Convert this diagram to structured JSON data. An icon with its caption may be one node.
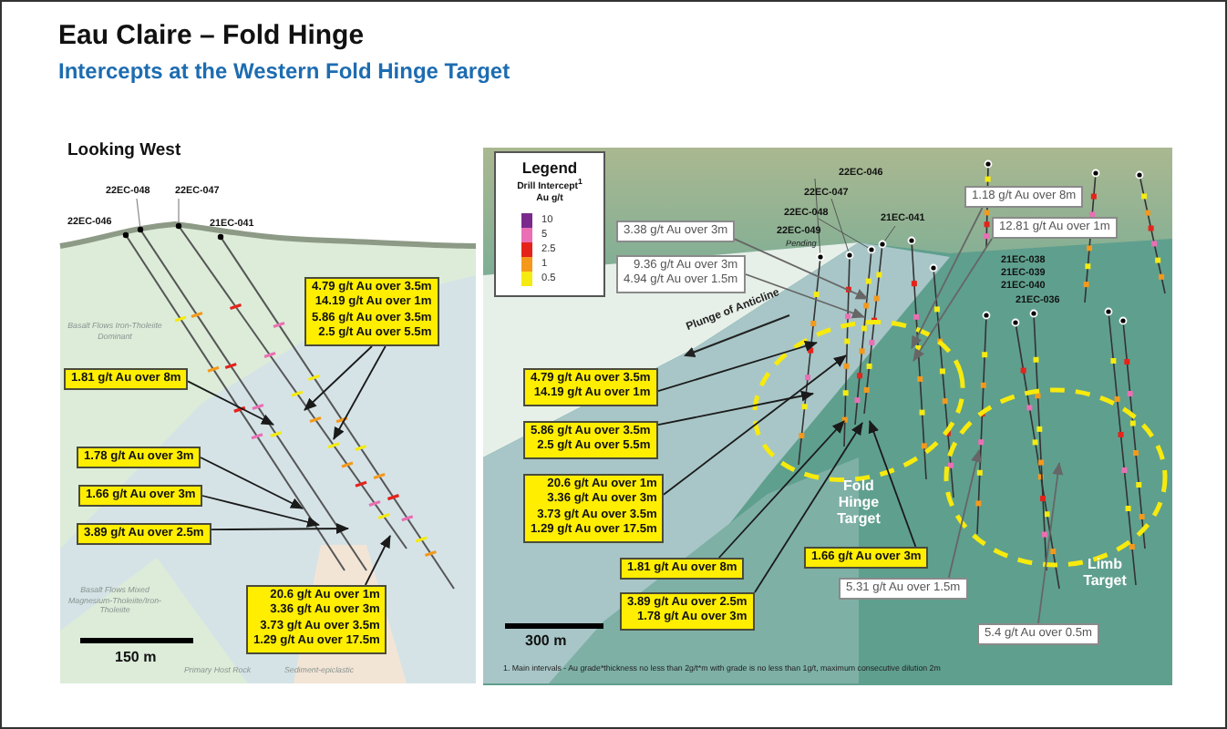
{
  "diagram": {
    "title": "Eau Claire – Fold Hinge",
    "nodes": [
      {
        "text": [
          "4.79 g/t Au over 3.5m",
          "14.19 g/t Au over 1m",
          "5.86 g/t Au over 3.5m",
          "2.5 g/t Au over 5.5m"
        ]
      },
      {
        "text": [
          "1.81 g/t Au over 8m"
        ]
      },
      {
        "text": [
          "1.78 g/t Au over 3m"
        ]
      },
      {
        "text": [
          "1.66 g/t Au over 3m"
        ]
      },
      {
        "text": [
          "3.89 g/t Au over 2.5m"
        ]
      },
      {
        "text": [
          "20.6 g/t Au over 1m",
          "3.36 g/t Au over 3m",
          "3.73 g/t Au over 3.5m",
          "1.29 g/t Au over 17.5m"
        ]
      },
      {
        "text": [
          "3.38 g/t Au over 3m"
        ]
      },
      {
        "text": [
          "9.36 g/t Au over 3m",
          "4.94 g/t Au over 1.5m"
        ]
      },
      {
        "text": [
          "1.18 g/t Au over 8m"
        ]
      },
      {
        "text": [
          "12.81 g/t Au over 1m"
        ]
      },
      {
        "text": [
          "4.79 g/t Au over 3.5m",
          "14.19 g/t Au over 1m"
        ]
      },
      {
        "text": [
          "5.86 g/t Au over 3.5m",
          "2.5 g/t Au over 5.5m"
        ]
      },
      {
        "text": [
          "20.6 g/t Au over 1m",
          "3.36 g/t Au over 3m",
          "3.73 g/t Au over 3.5m",
          "1.29 g/t Au over 17.5m"
        ]
      },
      {
        "text": [
          "1.81 g/t Au over 8m"
        ]
      },
      {
        "text": [
          "3.89 g/t Au over 2.5m",
          "1.78 g/t Au over 3m"
        ]
      },
      {
        "text": [
          "1.66 g/t Au over 3m"
        ]
      },
      {
        "text": [
          "5.31 g/t Au over 1.5m"
        ]
      },
      {
        "text": [
          "5.4 g/t Au over 0.5m"
        ]
      }
    ],
    "edges": [
      {
        "from": 0,
        "to": null,
        "arrow": "to"
      },
      {
        "from": 0,
        "to": null,
        "arrow": "to"
      },
      {
        "from": 1,
        "to": null,
        "arrow": "to"
      },
      {
        "from": 2,
        "to": null,
        "arrow": "to"
      },
      {
        "from": 3,
        "to": null,
        "arrow": "to"
      },
      {
        "from": 4,
        "to": null,
        "arrow": "to"
      },
      {
        "from": 5,
        "to": null,
        "arrow": "to"
      },
      {
        "from": 6,
        "to": null,
        "arrow": "to",
        "color": "#666666"
      },
      {
        "from": 7,
        "to": null,
        "arrow": "to",
        "color": "#666666"
      },
      {
        "from": 8,
        "to": null,
        "arrow": "to",
        "color": "#666666"
      },
      {
        "from": 9,
        "to": null,
        "arrow": "to",
        "color": "#666666"
      },
      {
        "from": 10,
        "to": null,
        "arrow": "to"
      },
      {
        "from": 11,
        "to": null,
        "arrow": "to"
      },
      {
        "from": 12,
        "to": null,
        "arrow": "to"
      },
      {
        "from": 13,
        "to": null,
        "arrow": "to"
      },
      {
        "from": 14,
        "to": null,
        "arrow": "to"
      },
      {
        "from": 15,
        "to": null,
        "arrow": "to"
      },
      {
        "from": 16,
        "to": null,
        "arrow": "to",
        "color": "#666666"
      },
      {
        "from": 17,
        "to": null,
        "arrow": "to",
        "color": "#666666"
      }
    ],
    "labels": [
      "Intercepts at the Western Fold Hinge Target",
      "Looking West",
      "22EC-048",
      "22EC-047",
      "22EC-046",
      "21EC-041",
      "Basalt Flows Iron-Tholeiite Dominant",
      "Basalt Flows Mixed Magnesium-Tholeiite/Iron-Tholeiite",
      "150 m",
      "Primary Host Rock",
      "Sediment-epiclastic",
      "Legend",
      "Drill Intercept$^{1}$",
      "Au g/t",
      "22EC-046",
      "22EC-047",
      "22EC-048",
      "22EC-049",
      "Pending",
      "21EC-041",
      "21EC-038",
      "21EC-039",
      "21EC-040",
      "21EC-036",
      "Plunge of Anticline",
      "Fold Hinge Target",
      "Limb Target",
      "300 m",
      "1. Main intervals - Au grade*thickness no less than 2g/t*m with grade is no less than 1g/t, maximum consecutive dilution 2m"
    ],
    "legend": [
      {
        "text": "10",
        "color": "#7a2a8c"
      },
      {
        "text": "5",
        "color": "#ea6fb4"
      },
      {
        "text": "2.5",
        "color": "#e5231b"
      },
      {
        "text": "1",
        "color": "#f4991c"
      },
      {
        "text": "0.5",
        "color": "#f5ea12"
      }
    ]
  }
}
